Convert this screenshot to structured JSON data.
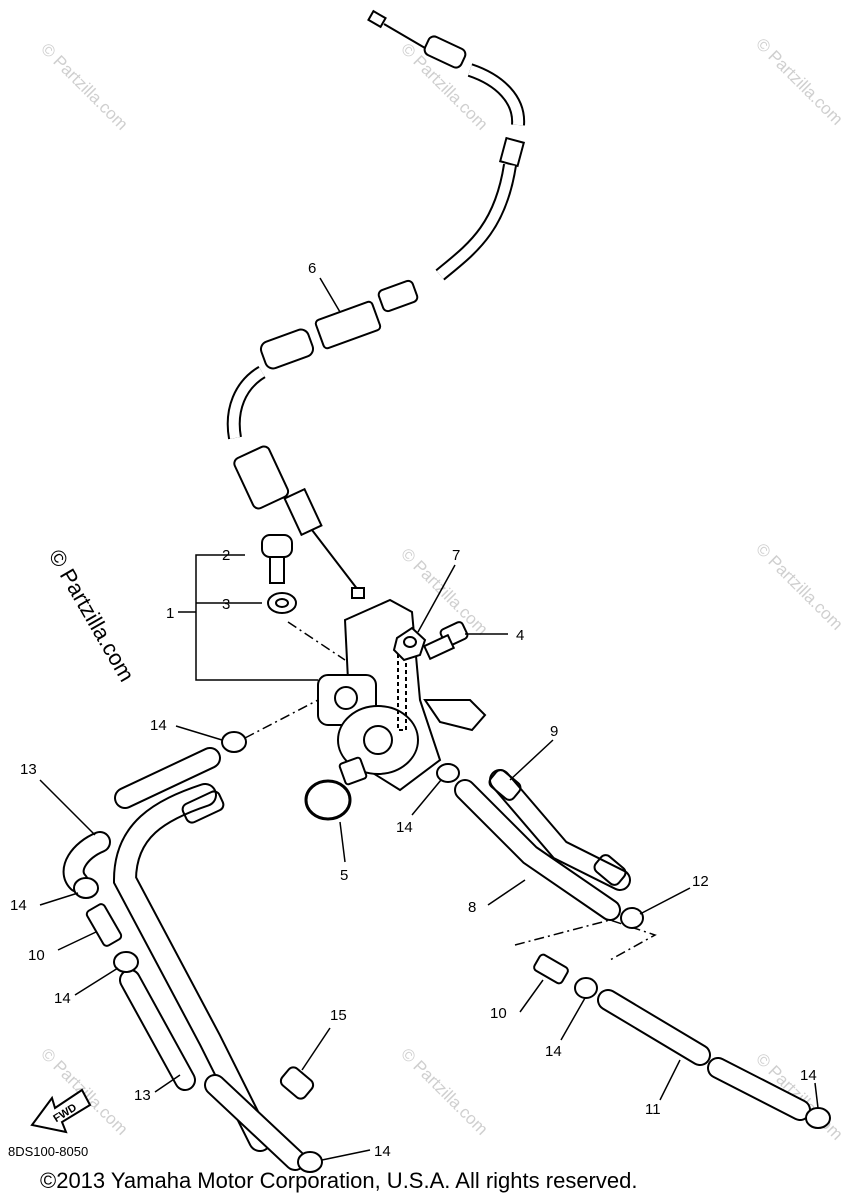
{
  "watermark": {
    "text": "© Partzilla.com"
  },
  "callouts": {
    "c1": "1",
    "c2": "2",
    "c3": "3",
    "c4": "4",
    "c5": "5",
    "c6": "6",
    "c7": "7",
    "c8": "8",
    "c9": "9",
    "c10a": "10",
    "c10b": "10",
    "c11": "11",
    "c12": "12",
    "c13a": "13",
    "c13b": "13",
    "c14a": "14",
    "c14b": "14",
    "c14c": "14",
    "c14d": "14",
    "c14e": "14",
    "c14f": "14",
    "c14g": "14",
    "c15": "15"
  },
  "fwd_label": "FWD",
  "diagram_code": "8DS100-8050",
  "copyright": "©2013 Yamaha Motor Corporation, U.S.A. All rights reserved."
}
